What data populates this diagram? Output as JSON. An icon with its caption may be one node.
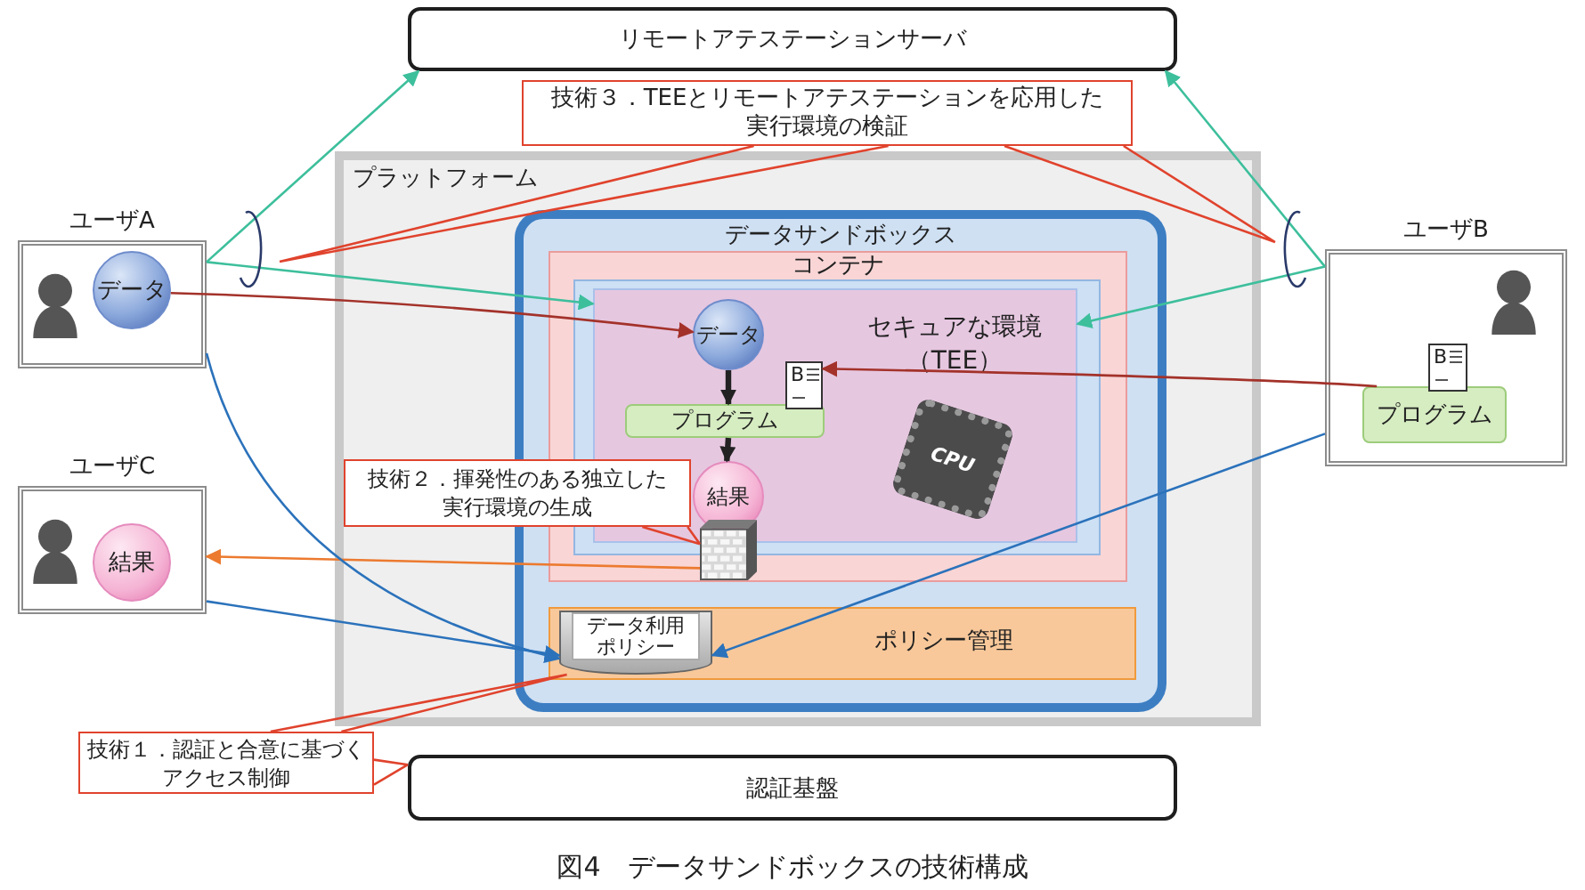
{
  "diagram": {
    "caption": "図4　データサンドボックスの技術構成",
    "nodes": [
      {
        "text": [
          "リモートアテステーションサーバ"
        ]
      },
      {
        "text": [
          "技術３．TEEとリモートアテステーションを応用した実行環境の検証"
        ]
      },
      {
        "text": [
          "ユーザA"
        ]
      },
      {
        "text": [
          "データ"
        ],
        "in": 2
      },
      {
        "text": [
          "プラットフォーム"
        ]
      },
      {
        "text": [
          "データサンドボックス"
        ],
        "in": 4
      },
      {
        "text": [
          "コンテナ"
        ],
        "in": 5
      },
      {
        "text": [],
        "shape": "box",
        "in": 6
      },
      {
        "text": [
          "セキュアな環境（TEE）"
        ],
        "in": 7
      },
      {
        "text": [
          "データ"
        ],
        "in": 8
      },
      {
        "text": [
          "B"
        ],
        "in": 8
      },
      {
        "text": [
          "プログラム"
        ],
        "in": 8
      },
      {
        "text": [
          "CPU"
        ],
        "in": 8
      },
      {
        "text": [
          "結果"
        ],
        "in": 8
      },
      {
        "text": [],
        "shape": "picture",
        "in": 6
      },
      {
        "text": [
          "ポリシー管理"
        ],
        "in": 5
      },
      {
        "text": [
          "データ利用ポリシー"
        ],
        "in": 15
      },
      {
        "text": [
          "ユーザB"
        ]
      },
      {
        "text": [
          "B"
        ],
        "in": 17
      },
      {
        "text": [
          "プログラム"
        ],
        "in": 17
      },
      {
        "text": [
          "ユーザC"
        ]
      },
      {
        "text": [
          "結果"
        ],
        "in": 20
      },
      {
        "text": [
          "技術２．揮発性のある独立した実行環境の生成"
        ],
        "in": 4
      },
      {
        "text": [
          "技術１．認証と合意に基づくアクセス制御"
        ]
      },
      {
        "text": [
          "認証基盤"
        ]
      }
    ],
    "edges": [
      {
        "from": 2,
        "to": 0,
        "arrow": "to",
        "color": "#3dbf9c"
      },
      {
        "from": 2,
        "to": 8,
        "arrow": "to",
        "color": "#3dbf9c"
      },
      {
        "from": 17,
        "to": 0,
        "arrow": "to",
        "color": "#3dbf9c"
      },
      {
        "from": 17,
        "to": 8,
        "arrow": "to",
        "color": "#3dbf9c"
      },
      {
        "from": 3,
        "to": 9,
        "arrow": "to",
        "color": "#a3322a"
      },
      {
        "from": 19,
        "to": 10,
        "arrow": "to",
        "color": "#a3322a"
      },
      {
        "from": 9,
        "to": 11,
        "arrow": "to",
        "style": "thick",
        "color": "#222222"
      },
      {
        "from": 11,
        "to": 13,
        "arrow": "to",
        "style": "thick",
        "color": "#222222"
      },
      {
        "from": 14,
        "to": 20,
        "arrow": "to",
        "color": "#ec7a2f"
      },
      {
        "from": 2,
        "to": 16,
        "arrow": "to",
        "color": "#2b72bb"
      },
      {
        "from": 20,
        "to": 16,
        "arrow": "to",
        "color": "#2b72bb"
      },
      {
        "from": 17,
        "to": 16,
        "arrow": "to",
        "color": "#2b72bb"
      },
      {
        "from": 1,
        "to": null,
        "arrow": "none"
      },
      {
        "from": 1,
        "to": null,
        "arrow": "none"
      },
      {
        "from": 22,
        "to": 14,
        "arrow": "none"
      },
      {
        "from": 23,
        "to": 16,
        "arrow": "none"
      },
      {
        "from": 23,
        "to": 24,
        "arrow": "none"
      }
    ]
  }
}
